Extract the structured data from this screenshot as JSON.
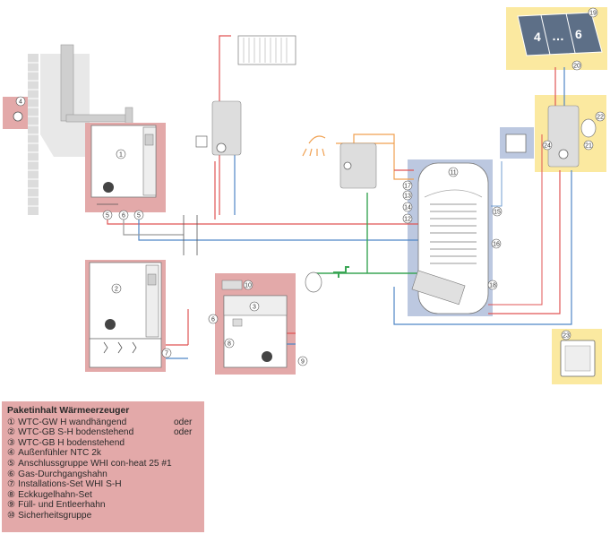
{
  "legend": {
    "title": "Paketinhalt Wärmeerzeuger",
    "items": [
      {
        "no": "①",
        "text": "WTC-GW H wandhängend",
        "extra": "oder"
      },
      {
        "no": "②",
        "text": "WTC-GB S-H bodenstehend",
        "extra": "oder"
      },
      {
        "no": "③",
        "text": "WTC-GB H bodenstehend",
        "extra": ""
      },
      {
        "no": "④",
        "text": "Außenfühler NTC 2k",
        "extra": ""
      },
      {
        "no": "⑤",
        "text": "Anschlussgruppe WHI con-heat 25 #1",
        "extra": ""
      },
      {
        "no": "⑥",
        "text": "Gas-Durchgangshahn",
        "extra": ""
      },
      {
        "no": "⑦",
        "text": "Installations-Set WHI S-H",
        "extra": ""
      },
      {
        "no": "⑧",
        "text": "Eckkugelhahn-Set",
        "extra": ""
      },
      {
        "no": "⑨",
        "text": "Füll- und Entleerhahn",
        "extra": ""
      },
      {
        "no": "⑩",
        "text": "Sicherheitsgruppe",
        "extra": ""
      }
    ]
  },
  "collector": {
    "left_number": "4",
    "dots": "…",
    "right_number": "6"
  },
  "callouts": {
    "n1": "1",
    "n2": "2",
    "n3": "3",
    "n4": "4",
    "n5": "5",
    "n6": "6",
    "n7": "7",
    "n8": "8",
    "n9": "9",
    "n10": "10",
    "n11": "11",
    "n12": "12",
    "n13": "13",
    "n14": "14",
    "n15": "15",
    "n16": "16",
    "n17": "17",
    "n18": "18",
    "n19": "19",
    "n20": "20",
    "n21": "21",
    "n22": "22",
    "n23": "23",
    "n24": "24"
  },
  "colors": {
    "pink_box": "#e3a9a9",
    "yellow_box": "#fbe9a0",
    "blue_box": "#bcc8e0",
    "flow_red": "#e05555",
    "return_blue": "#4f86c6",
    "gas_green": "#3aa655",
    "hot_water_orange": "#f0a050"
  }
}
